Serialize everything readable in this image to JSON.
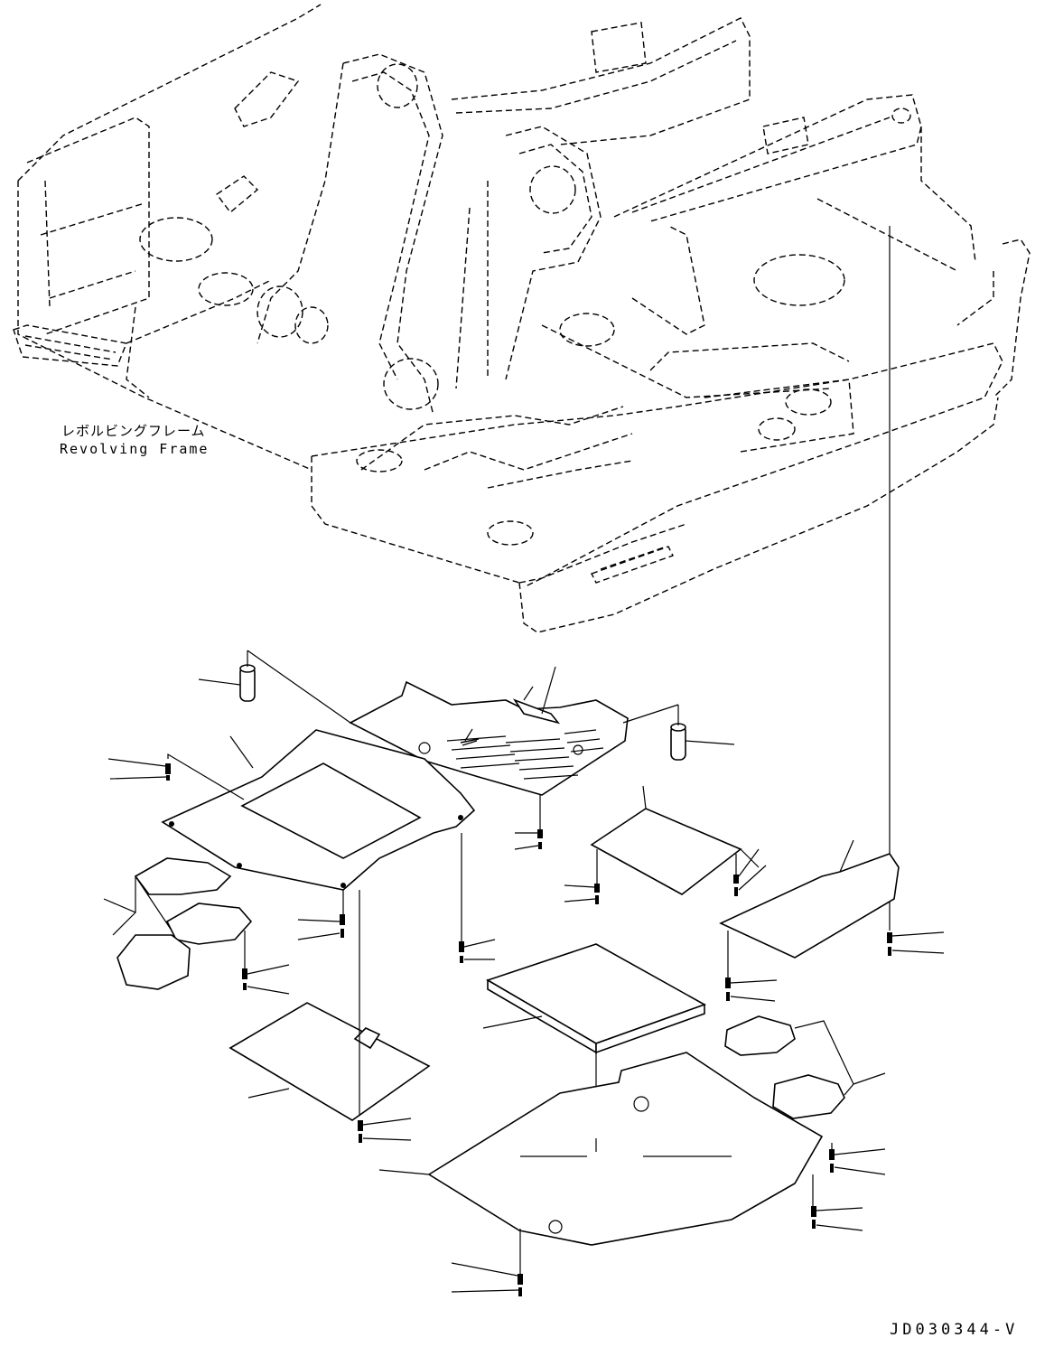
{
  "diagram": {
    "frame_label_jp": "レボルビングフレーム",
    "frame_label_en": "Revolving Frame",
    "drawing_code": "JD030344-V"
  },
  "colors": {
    "line": "#000000",
    "background": "#ffffff"
  }
}
